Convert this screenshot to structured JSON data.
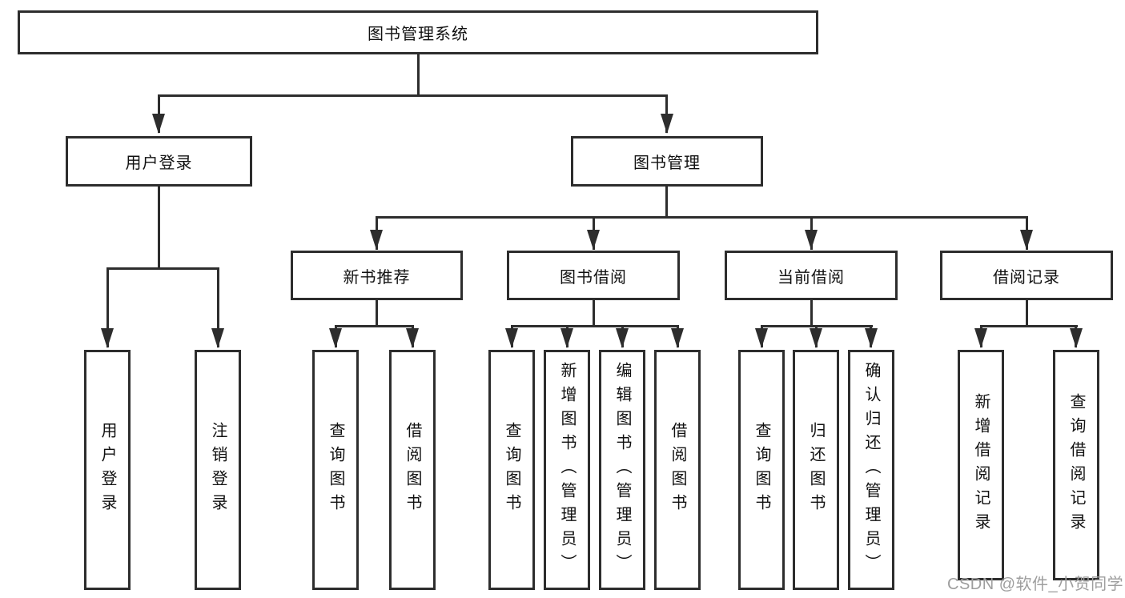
{
  "nodes": {
    "root": "图书管理系统",
    "user_login": "用户登录",
    "book_mgmt": "图书管理",
    "new_book": "新书推荐",
    "book_borrow": "图书借阅",
    "current_borrow": "当前借阅",
    "borrow_record": "借阅记录",
    "ul_login": "用户登录",
    "ul_logout": "注销登录",
    "nb_query": "查询图书",
    "nb_borrow": "借阅图书",
    "bb_query": "查询图书",
    "bb_add": "新增图书（管理员）",
    "bb_edit": "编辑图书（管理员）",
    "bb_borrow": "借阅图书",
    "cb_query": "查询图书",
    "cb_return": "归还图书",
    "cb_confirm": "确认归还（管理员）",
    "br_add": "新增借阅记录",
    "br_query": "查询借阅记录"
  },
  "hierarchy": {
    "图书管理系统": {
      "用户登录": [
        "用户登录",
        "注销登录"
      ],
      "图书管理": {
        "新书推荐": [
          "查询图书",
          "借阅图书"
        ],
        "图书借阅": [
          "查询图书",
          "新增图书（管理员）",
          "编辑图书（管理员）",
          "借阅图书"
        ],
        "当前借阅": [
          "查询图书",
          "归还图书",
          "确认归还（管理员）"
        ],
        "借阅记录": [
          "新增借阅记录",
          "查询借阅记录"
        ]
      }
    }
  },
  "watermark": {
    "text": "CSDN @软件_小贺同学",
    "color": "#9e9e9e"
  },
  "colors": {
    "line": "#2d2d2d",
    "box_border": "#2d2d2d",
    "box_bg": "#ffffff",
    "text": "#111111",
    "background": "#ffffff"
  }
}
